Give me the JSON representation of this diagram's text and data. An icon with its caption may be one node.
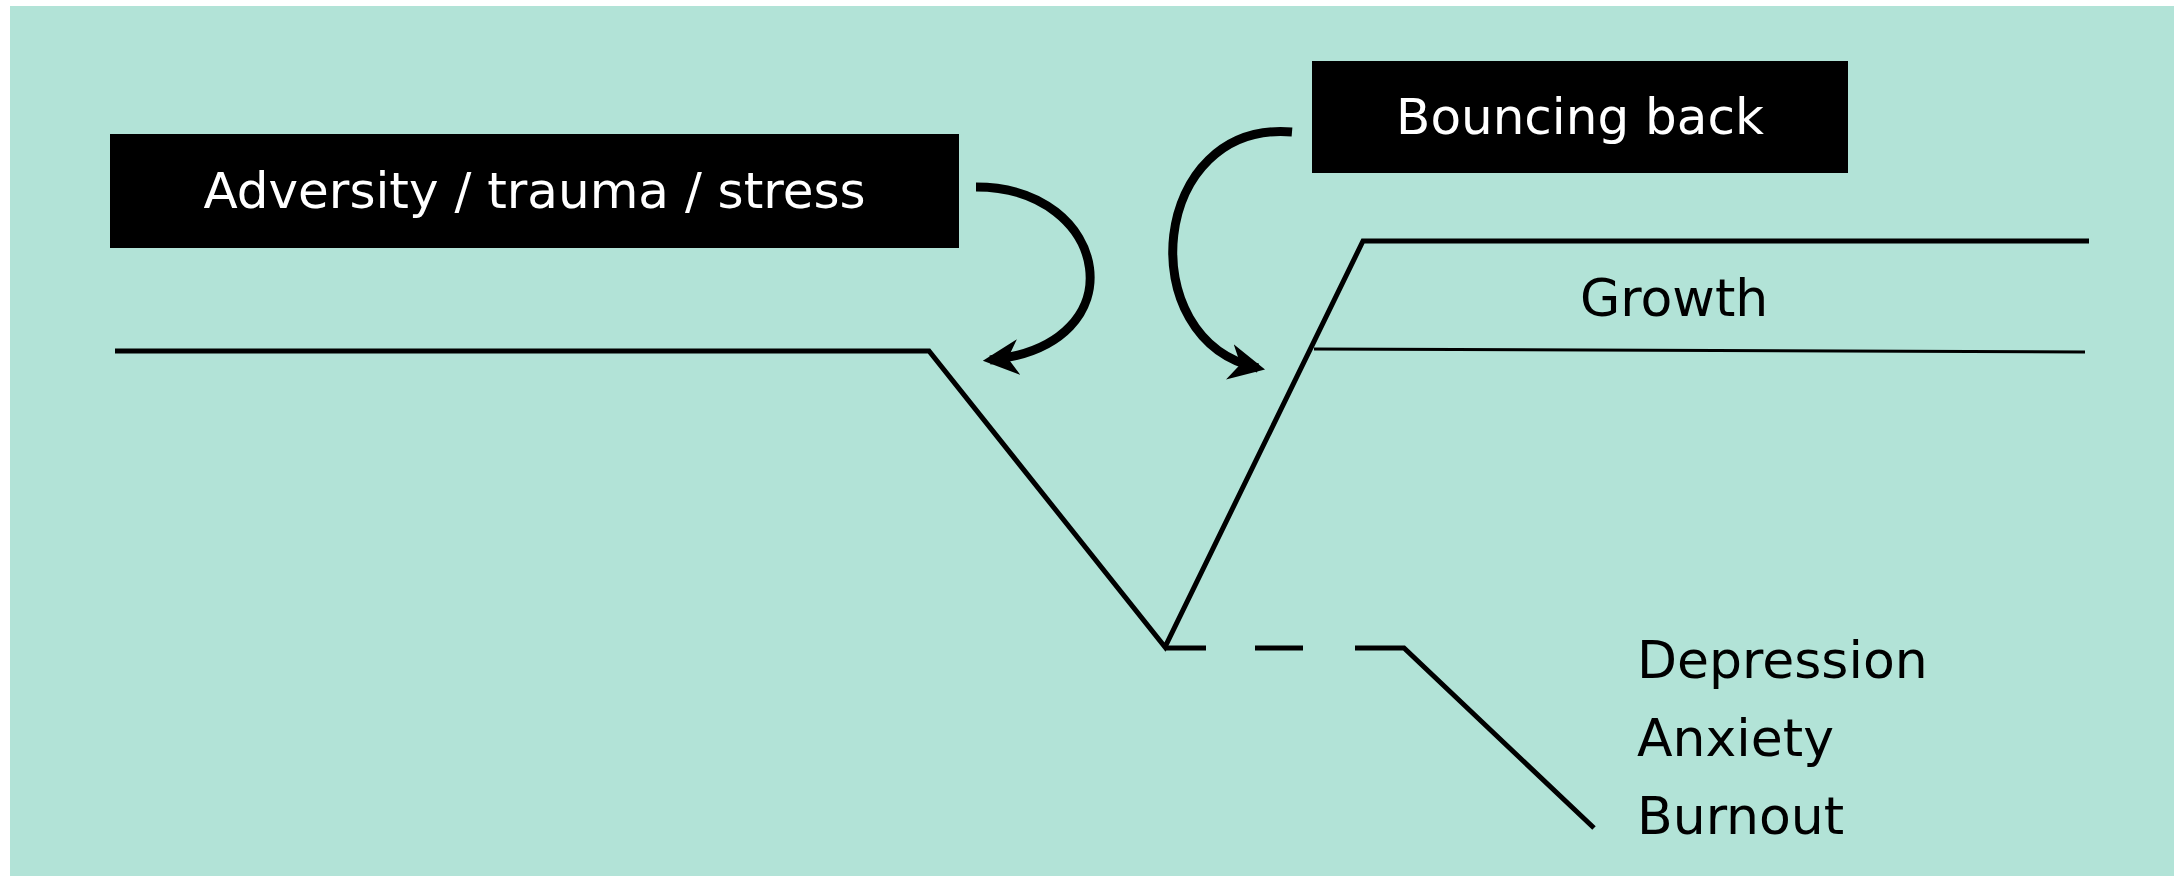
{
  "diagram": {
    "nodes": [
      {
        "text": [
          "Adversity / trauma / stress"
        ]
      },
      {
        "text": [
          "Bouncing back"
        ]
      }
    ],
    "edges": [
      {
        "from": 0,
        "to": null,
        "arrow": "to"
      },
      {
        "from": 1,
        "to": null,
        "arrow": "to"
      }
    ],
    "labels": [
      "Growth",
      "Depression",
      "Anxiety",
      "Burnout"
    ]
  }
}
